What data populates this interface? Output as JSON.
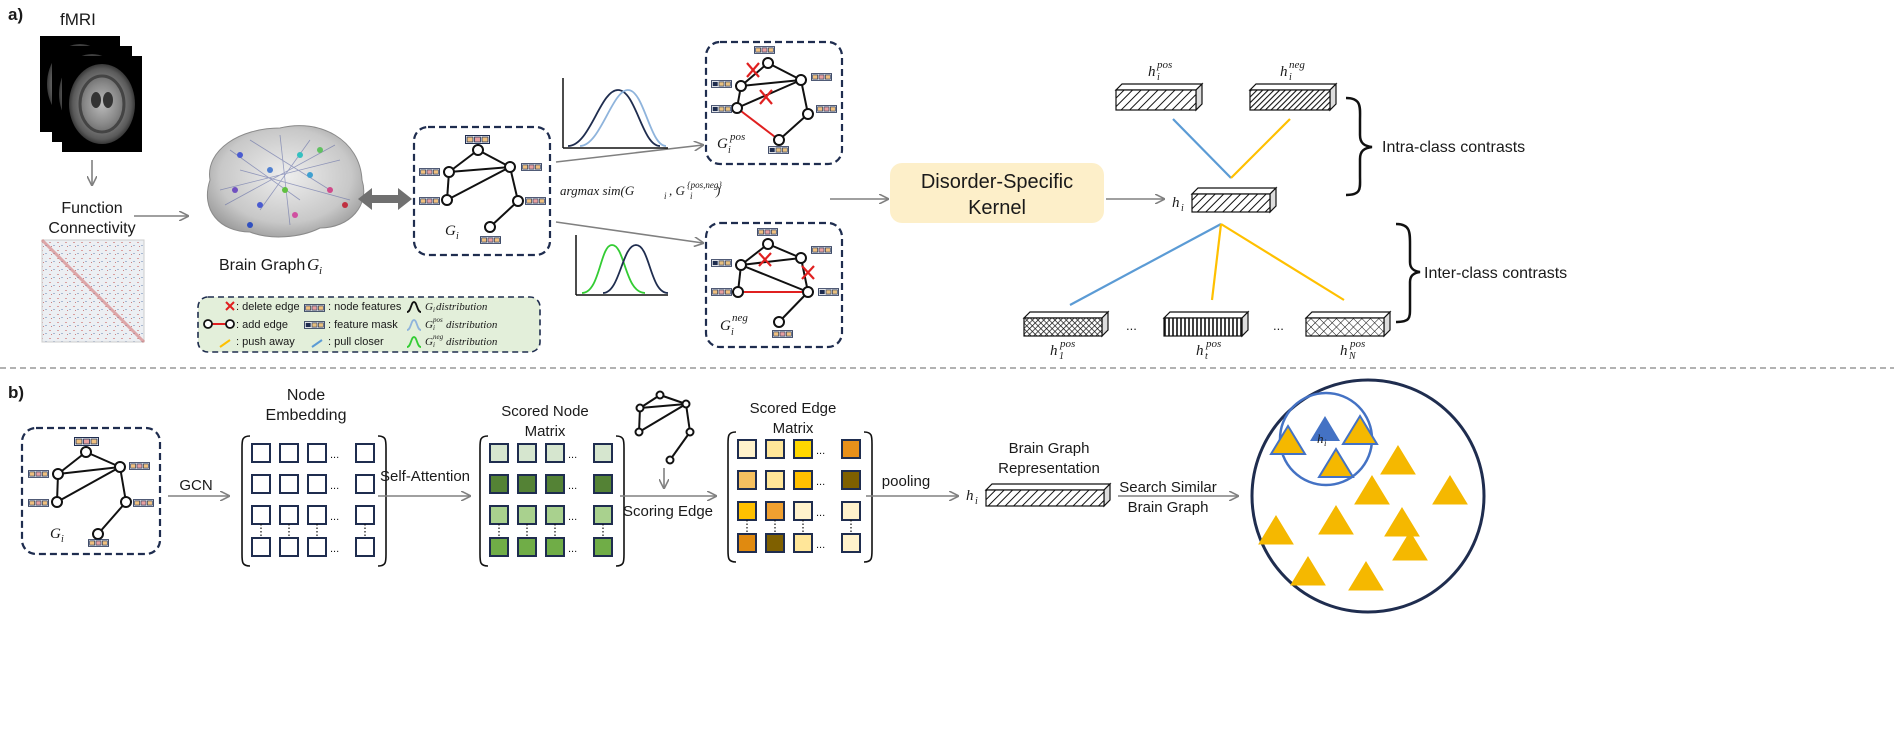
{
  "panel_a": {
    "label": "a)",
    "fmri": "fMRI",
    "fc_line1": "Function",
    "fc_line2": "Connectivity",
    "brain_graph": "Brain Graph",
    "brain_graph_sym": "G",
    "gi": "G",
    "argmax": "argmax sim(G",
    "argmax_sup": "{pos,neg}",
    "gpos_sup": "pos",
    "gneg_sup": "neg",
    "kernel_line1": "Disorder-Specific",
    "kernel_line2": "Kernel",
    "h": "h",
    "pos": "pos",
    "neg": "neg",
    "intra": "Intra-class contrasts",
    "inter": "Inter-class contrasts",
    "dots": "...",
    "h1_sub": "1",
    "ht_sub": "t",
    "hN_sub": "N",
    "i_sub": "i"
  },
  "legend": {
    "delete_edge": ": delete edge",
    "add_edge": ": add edge",
    "push_away": ": push away",
    "node_features": ": node features",
    "feature_mask": ": feature mask",
    "pull_closer": ": pull closer",
    "gi_dist": " distribution",
    "gpos_dist": " distribution",
    "gneg_dist": " distribution"
  },
  "panel_b": {
    "label": "b)",
    "gcn": "GCN",
    "node_emb_1": "Node",
    "node_emb_2": "Embedding",
    "self_attention": "Self-Attention",
    "scored_node_1": "Scored Node",
    "scored_node_2": "Matrix",
    "scoring_edge": "Scoring Edge",
    "scored_edge_1": "Scored Edge",
    "scored_edge_2": "Matrix",
    "pooling": "pooling",
    "bgr_1": "Brain Graph",
    "bgr_2": "Representation",
    "search_1": "Search Similar",
    "search_2": "Brain Graph"
  },
  "colors": {
    "navy": "#1f2d4f",
    "kernel_fill": "#fdefc9",
    "legend_fill": "#e3efda",
    "blue_line": "#5b9bd5",
    "gold_line": "#ffc000",
    "red_edge": "#e02020",
    "triangle": "#f5b800",
    "tri_blue": "#4472c4",
    "green_curve": "#33cc33",
    "light_blue_curve": "#8fb4dc",
    "dark_curve": "#1f2d4f"
  }
}
